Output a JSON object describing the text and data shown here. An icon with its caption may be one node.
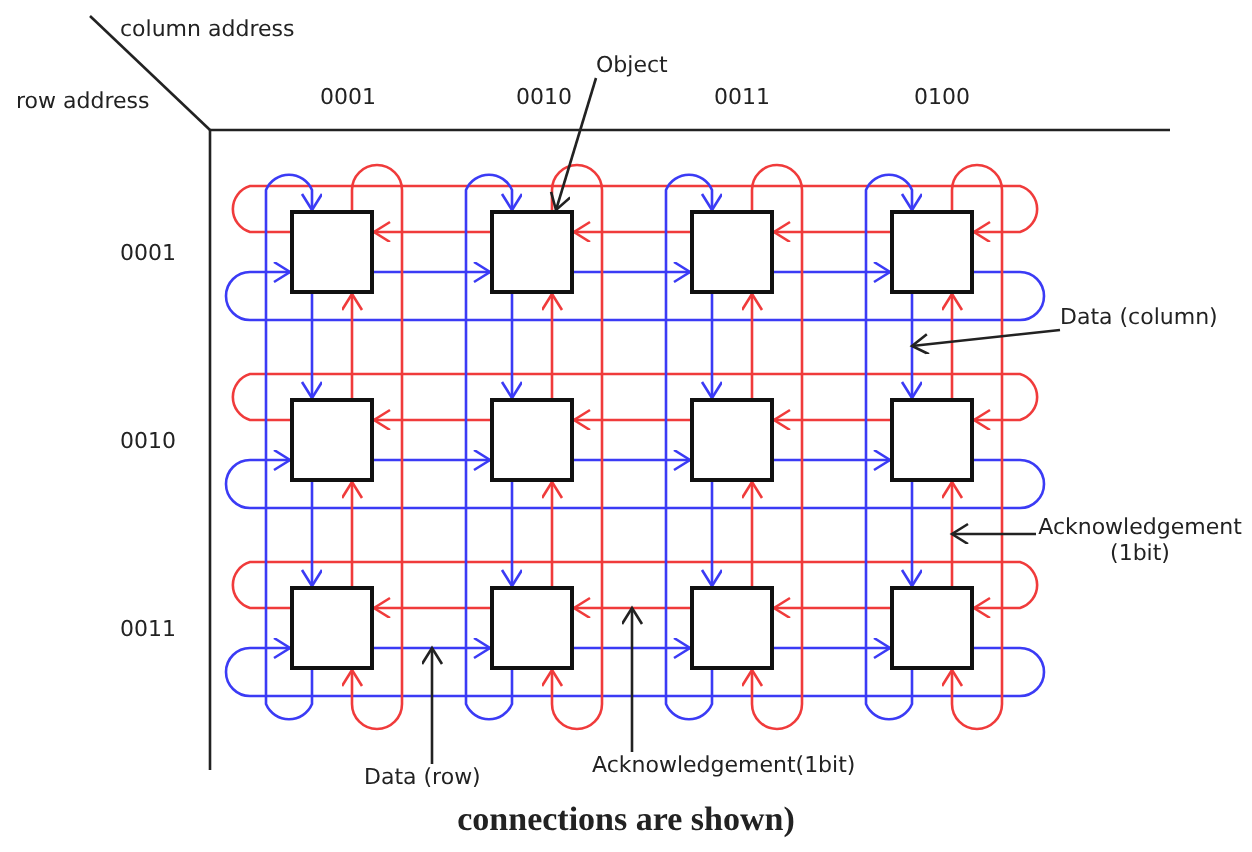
{
  "diagram": {
    "caption": "connections are shown)",
    "nodes": [
      {
        "text": [],
        "shape": "box"
      },
      {
        "text": [],
        "shape": "box"
      },
      {
        "text": [],
        "shape": "box"
      },
      {
        "text": [],
        "shape": "box"
      },
      {
        "text": [],
        "shape": "box"
      },
      {
        "text": [],
        "shape": "box"
      },
      {
        "text": [],
        "shape": "box"
      },
      {
        "text": [],
        "shape": "box"
      },
      {
        "text": [],
        "shape": "box"
      },
      {
        "text": [],
        "shape": "box"
      },
      {
        "text": [],
        "shape": "box"
      },
      {
        "text": [],
        "shape": "box"
      },
      {
        "text": [
          "Object"
        ]
      },
      {
        "text": [
          "Data (column)"
        ]
      },
      {
        "text": [
          "Acknowledgement (1bit)"
        ]
      },
      {
        "text": [
          "Data (row)"
        ]
      },
      {
        "text": [
          "Acknowledgement(1bit)"
        ]
      }
    ],
    "edges": [
      {
        "from": 0,
        "to": 1,
        "arrow": "to",
        "color": "#3b3bf5"
      },
      {
        "from": 1,
        "to": 2,
        "arrow": "to",
        "color": "#3b3bf5"
      },
      {
        "from": 2,
        "to": 3,
        "arrow": "to",
        "color": "#3b3bf5"
      },
      {
        "from": 3,
        "to": 0,
        "arrow": "to",
        "color": "#3b3bf5"
      },
      {
        "from": 1,
        "to": 0,
        "arrow": "to",
        "color": "#f03b3b"
      },
      {
        "from": 2,
        "to": 1,
        "arrow": "to",
        "color": "#f03b3b"
      },
      {
        "from": 3,
        "to": 2,
        "arrow": "to",
        "color": "#f03b3b"
      },
      {
        "from": 0,
        "to": 3,
        "arrow": "to",
        "color": "#f03b3b"
      },
      {
        "from": 4,
        "to": 5,
        "arrow": "to",
        "color": "#3b3bf5"
      },
      {
        "from": 5,
        "to": 6,
        "arrow": "to",
        "color": "#3b3bf5"
      },
      {
        "from": 6,
        "to": 7,
        "arrow": "to",
        "color": "#3b3bf5"
      },
      {
        "from": 7,
        "to": 4,
        "arrow": "to",
        "color": "#3b3bf5"
      },
      {
        "from": 5,
        "to": 4,
        "arrow": "to",
        "color": "#f03b3b"
      },
      {
        "from": 6,
        "to": 5,
        "arrow": "to",
        "color": "#f03b3b"
      },
      {
        "from": 7,
        "to": 6,
        "arrow": "to",
        "color": "#f03b3b"
      },
      {
        "from": 4,
        "to": 7,
        "arrow": "to",
        "color": "#f03b3b"
      },
      {
        "from": 8,
        "to": 9,
        "arrow": "to",
        "color": "#3b3bf5"
      },
      {
        "from": 9,
        "to": 10,
        "arrow": "to",
        "color": "#3b3bf5"
      },
      {
        "from": 10,
        "to": 11,
        "arrow": "to",
        "color": "#3b3bf5"
      },
      {
        "from": 11,
        "to": 8,
        "arrow": "to",
        "color": "#3b3bf5"
      },
      {
        "from": 9,
        "to": 8,
        "arrow": "to",
        "color": "#f03b3b"
      },
      {
        "from": 10,
        "to": 9,
        "arrow": "to",
        "color": "#f03b3b"
      },
      {
        "from": 11,
        "to": 10,
        "arrow": "to",
        "color": "#f03b3b"
      },
      {
        "from": 8,
        "to": 11,
        "arrow": "to",
        "color": "#f03b3b"
      },
      {
        "from": 0,
        "to": 4,
        "arrow": "to",
        "color": "#3b3bf5"
      },
      {
        "from": 4,
        "to": 8,
        "arrow": "to",
        "color": "#3b3bf5"
      },
      {
        "from": 8,
        "to": 0,
        "arrow": "to",
        "color": "#3b3bf5"
      },
      {
        "from": 4,
        "to": 0,
        "arrow": "to",
        "color": "#f03b3b"
      },
      {
        "from": 8,
        "to": 4,
        "arrow": "to",
        "color": "#f03b3b"
      },
      {
        "from": 0,
        "to": 8,
        "arrow": "to",
        "color": "#f03b3b"
      },
      {
        "from": 1,
        "to": 5,
        "arrow": "to",
        "color": "#3b3bf5"
      },
      {
        "from": 5,
        "to": 9,
        "arrow": "to",
        "color": "#3b3bf5"
      },
      {
        "from": 9,
        "to": 1,
        "arrow": "to",
        "color": "#3b3bf5"
      },
      {
        "from": 5,
        "to": 1,
        "arrow": "to",
        "color": "#f03b3b"
      },
      {
        "from": 9,
        "to": 5,
        "arrow": "to",
        "color": "#f03b3b"
      },
      {
        "from": 1,
        "to": 9,
        "arrow": "to",
        "color": "#f03b3b"
      },
      {
        "from": 2,
        "to": 6,
        "arrow": "to",
        "color": "#3b3bf5"
      },
      {
        "from": 6,
        "to": 10,
        "arrow": "to",
        "color": "#3b3bf5"
      },
      {
        "from": 10,
        "to": 2,
        "arrow": "to",
        "color": "#3b3bf5"
      },
      {
        "from": 6,
        "to": 2,
        "arrow": "to",
        "color": "#f03b3b"
      },
      {
        "from": 10,
        "to": 6,
        "arrow": "to",
        "color": "#f03b3b"
      },
      {
        "from": 2,
        "to": 10,
        "arrow": "to",
        "color": "#f03b3b"
      },
      {
        "from": 3,
        "to": 7,
        "arrow": "to",
        "color": "#3b3bf5"
      },
      {
        "from": 7,
        "to": 11,
        "arrow": "to",
        "color": "#3b3bf5"
      },
      {
        "from": 11,
        "to": 3,
        "arrow": "to",
        "color": "#3b3bf5"
      },
      {
        "from": 7,
        "to": 3,
        "arrow": "to",
        "color": "#f03b3b"
      },
      {
        "from": 11,
        "to": 7,
        "arrow": "to",
        "color": "#f03b3b"
      },
      {
        "from": 3,
        "to": 11,
        "arrow": "to",
        "color": "#f03b3b"
      },
      {
        "from": 12,
        "to": 1,
        "arrow": "to",
        "color": "#222222"
      },
      {
        "from": 13,
        "to": null,
        "arrow": "to",
        "color": "#222222"
      },
      {
        "from": 14,
        "to": null,
        "arrow": "to",
        "color": "#222222"
      },
      {
        "from": 15,
        "to": null,
        "arrow": "to",
        "color": "#222222"
      },
      {
        "from": 16,
        "to": null,
        "arrow": "to",
        "color": "#222222"
      }
    ],
    "labels": [
      "column address",
      "row address",
      "0001",
      "0010",
      "0011",
      "0100",
      "0001",
      "0010",
      "0011"
    ]
  }
}
